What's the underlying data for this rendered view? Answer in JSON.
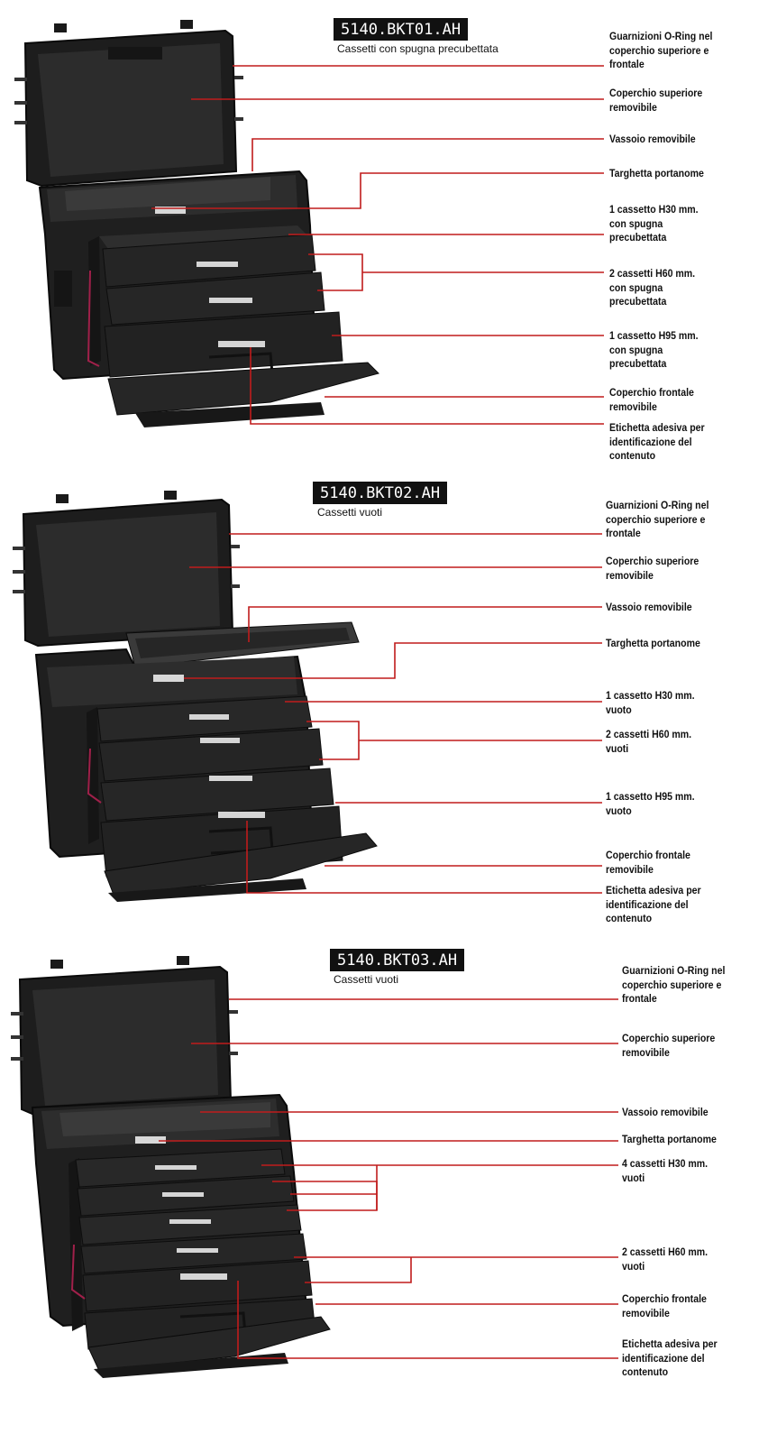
{
  "colors": {
    "leader_line": "#c01c1c",
    "case_body": "#1f1f1f",
    "case_dark": "#0c0c0c",
    "case_mid": "#3a3a3a",
    "label_bg": "#111111"
  },
  "products": [
    {
      "code": "5140.BKT01.AH",
      "subtitle": "Cassetti con spugna precubettata",
      "callouts": [
        "Guarnizioni O-Ring nel\ncoperchio superiore e\nfrontale",
        "Coperchio superiore\nremovibile",
        "Vassoio removibile",
        "Targhetta portanome",
        "1 cassetto H30 mm.\ncon spugna\nprecubettata",
        "2 cassetti H60 mm.\ncon spugna\nprecubettata",
        "1 cassetto H95 mm.\ncon spugna\nprecubettata",
        "Coperchio frontale\nremovibile",
        "Etichetta adesiva per\nidentificazione del\ncontenuto"
      ]
    },
    {
      "code": "5140.BKT02.AH",
      "subtitle": "Cassetti vuoti",
      "callouts": [
        "Guarnizioni O-Ring nel\ncoperchio superiore e\nfrontale",
        "Coperchio superiore\nremovibile",
        "Vassoio removibile",
        "Targhetta portanome",
        "1 cassetto H30 mm.\nvuoto",
        "2 cassetti H60 mm.\nvuoti",
        "1 cassetto H95 mm.\nvuoto",
        "Coperchio frontale\nremovibile",
        "Etichetta adesiva per\nidentificazione del\ncontenuto"
      ]
    },
    {
      "code": "5140.BKT03.AH",
      "subtitle": "Cassetti vuoti",
      "callouts": [
        "Guarnizioni O-Ring nel\ncoperchio superiore e\nfrontale",
        "Coperchio superiore\nremovibile",
        "Vassoio removibile",
        "Targhetta portanome",
        "4 cassetti H30 mm.\nvuoti",
        "2 cassetti H60 mm.\nvuoti",
        "Coperchio frontale\nremovibile",
        "Etichetta adesiva per\nidentificazione del\ncontenuto"
      ]
    }
  ]
}
